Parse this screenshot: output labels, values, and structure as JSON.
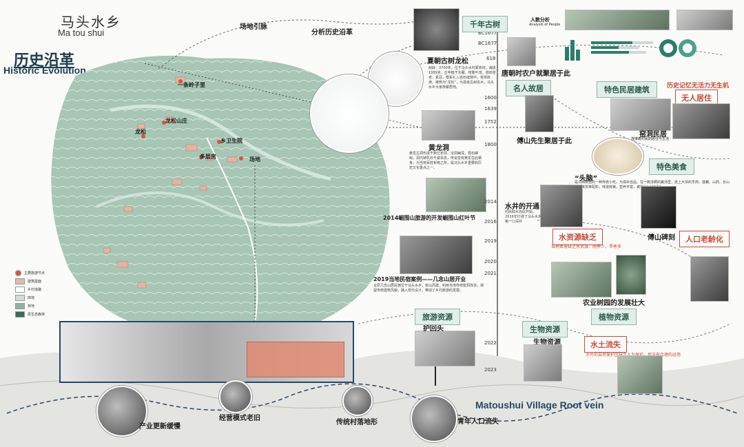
{
  "header": {
    "title_cn": "马头水乡",
    "title_en": "Ma tou shui",
    "section_cn": "历史沿革",
    "section_en": "Historic Evolution"
  },
  "top_labels": {
    "site_context": "场地引脉",
    "analysis": "分析历史沿革"
  },
  "map_labels": [
    "一条岭子里",
    "龙松山庄",
    "龙松",
    "乡卫生院",
    "多层房",
    "场地"
  ],
  "legend": [
    {
      "label": "主要旅游节点",
      "color": "#d9533c"
    },
    {
      "label": "建筑屋面",
      "color": "#e8b8aa"
    },
    {
      "label": "乡村道路",
      "color": "#ffffff"
    },
    {
      "label": "田地",
      "color": "#cfe0d6"
    },
    {
      "label": "林地",
      "color": "#8db59e"
    },
    {
      "label": "原生态森林",
      "color": "#3f6b55"
    }
  ],
  "timeline": {
    "years": [
      "BC1677",
      "BC1677",
      "618",
      "1600",
      "1639",
      "1752",
      "1800",
      "2014",
      "2016",
      "2019",
      "2020",
      "2021",
      "2022",
      "2023"
    ],
    "bottom_title": "Matoushui Village Root vein"
  },
  "left_events": [
    {
      "title": "夏朝古树龙松",
      "text": "树龄：3700年，位于马头水村蒙高坨，海拔1389米，古亭植于东麓，枝繁叶茂，遒劲苍老，素冠，根系扎入岩石缝隙中，苍翠欲滴，被称为“龙松”，为县级古树名木，马头水乡大家族聚居地。"
    },
    {
      "title": "黄龙洞",
      "text": "黄龙古洞形成于数亿年前，溶洞幽深，怪石嶙峋，洞内钟乳石千姿百态，传说曾有黄龙在此栖身，为当地百姓祈雨之所，是马头水乡重要的历史文化景点之一。"
    },
    {
      "title_pre": "2014",
      "title": "崛围山旅游的开发崛围山红叶节"
    },
    {
      "title_pre": "2019",
      "title": "当地民宿案例——几念山居开业",
      "text": "太原几念山居民宿位于马头水乡，依山而建，利用当地传统窑洞改造，保留传统建筑风貌，融入现代设计，带动了乡村旅游的发展。"
    },
    {
      "title": "护回头"
    }
  ],
  "right_events": [
    {
      "title": "唐朝时农户就聚居于此"
    },
    {
      "title": "傅山先生聚居于此"
    },
    {
      "title": "窑洞民居",
      "text": "连接着村民的居住与生活"
    },
    {
      "title": "“头脑”",
      "text": "是山西特色的一种传统小吃，为滋补佳品。在一碗浓稠的羹汤里，放上大块的羊肉、莲藕、山药、长山药、黄芪等配料，味道鲜美，营养丰富，被称为“八珍汤”。"
    },
    {
      "title": "水井的开通",
      "text": "村民取水自此开始，2016年打通了马头水乡第一口深井"
    },
    {
      "title": "傅山碑刻"
    },
    {
      "title": "农业树园的发展壮大"
    },
    {
      "title": "生物资源"
    }
  ],
  "green_tags": [
    "千年古树",
    "名人故居",
    "特色民居建筑",
    "特色美食",
    "旅游资源",
    "植物资源",
    "生物资源"
  ],
  "issue_tags": [
    "无人居住",
    "水资源缺乏",
    "人口老龄化",
    "水土流失"
  ],
  "issue_notes": [
    "历史记忆无活力无生机",
    "当地本身缺乏水资源，雨季少，旱季多",
    "大片的自然保护区缺乏人为保护，但没有合理的运用"
  ],
  "people_analysis": {
    "title": "人数分析",
    "subtitle": "Analysis of People"
  },
  "bottom_circles": [
    "产业更新缓慢",
    "经营模式老旧",
    "传统村落地形",
    "青年人口流失"
  ]
}
